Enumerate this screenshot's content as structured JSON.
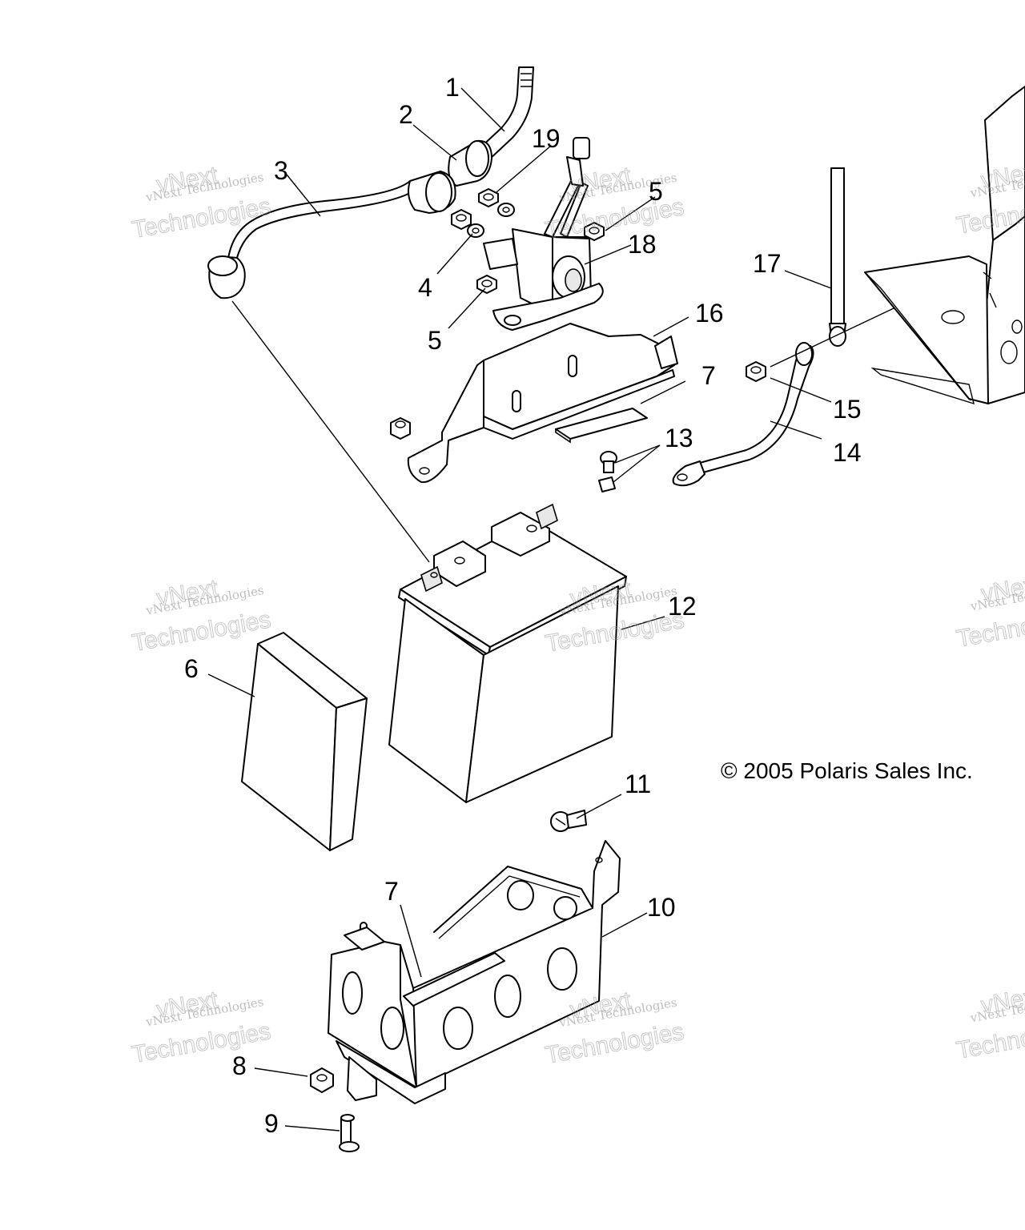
{
  "callouts": {
    "c1": "1",
    "c2": "2",
    "c3": "3",
    "c4": "4",
    "c5a": "5",
    "c5b": "5",
    "c6": "6",
    "c7a": "7",
    "c7b": "7",
    "c8": "8",
    "c9": "9",
    "c10": "10",
    "c11": "11",
    "c12": "12",
    "c13": "13",
    "c14": "14",
    "c15": "15",
    "c16": "16",
    "c17": "17",
    "c18": "18",
    "c19": "19"
  },
  "copyright": "© 2005 Polaris Sales Inc.",
  "watermark": {
    "line1": "vNext Technologies",
    "line2": "vNext",
    "line3": "Technologies"
  }
}
